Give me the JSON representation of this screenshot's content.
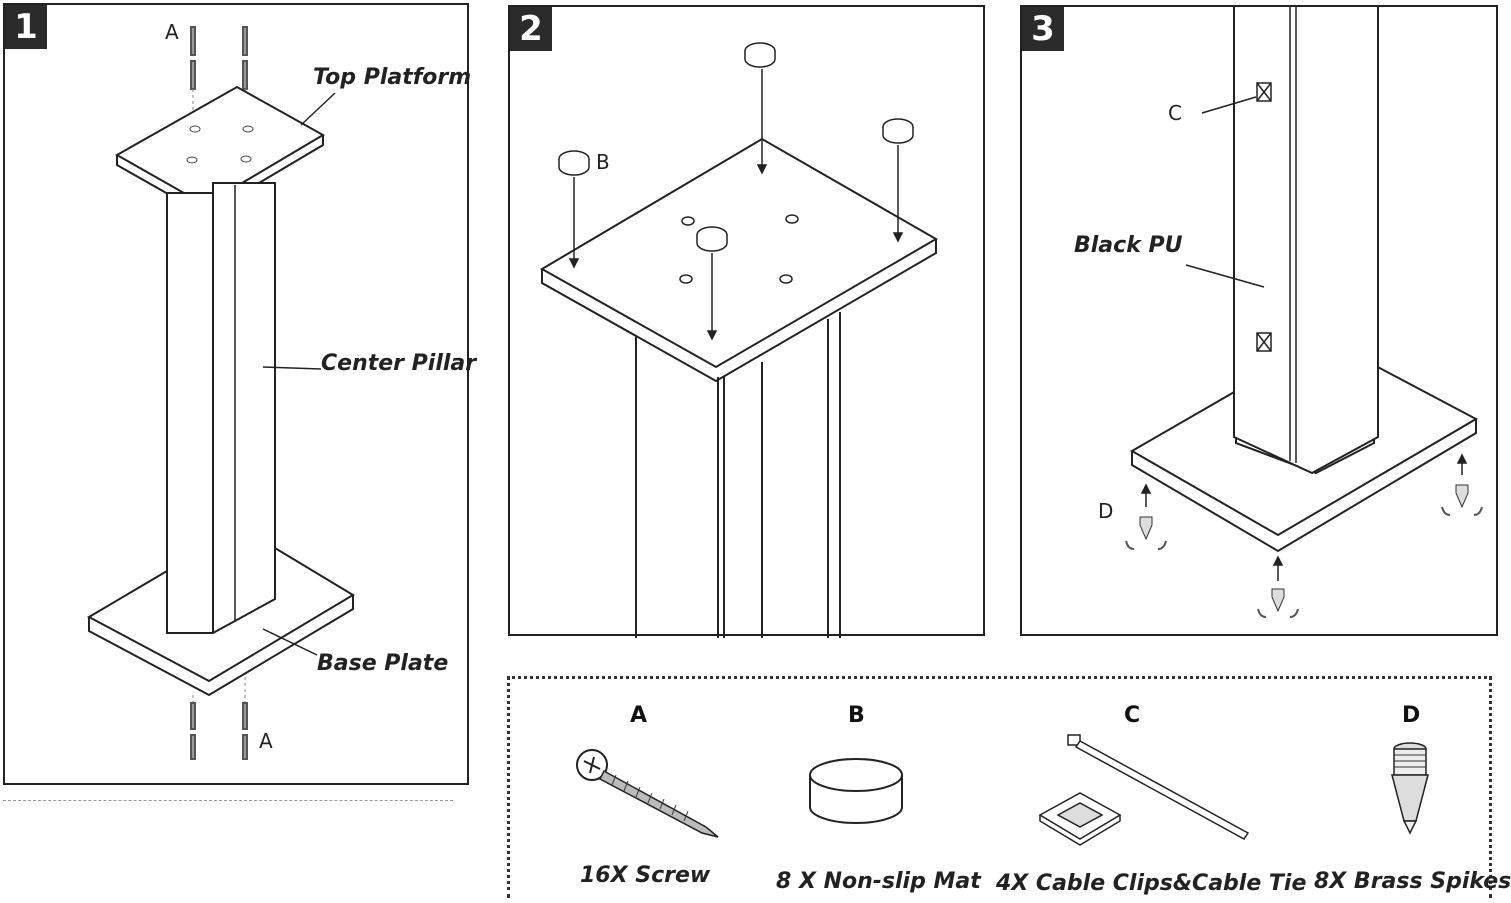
{
  "steps": [
    {
      "number": "1",
      "labels": {
        "top_platform": "Top Platform",
        "center_pillar": "Center Pillar",
        "base_plate": "Base Plate",
        "screw_top": "A",
        "screw_bottom": "A"
      }
    },
    {
      "number": "2",
      "labels": {
        "mat": "B"
      }
    },
    {
      "number": "3",
      "labels": {
        "clip": "C",
        "black_pu": "Black PU",
        "spike": "D"
      }
    }
  ],
  "parts": [
    {
      "letter": "A",
      "caption": "16X Screw",
      "icon": "screw-icon"
    },
    {
      "letter": "B",
      "caption": "8 X Non-slip Mat",
      "icon": "non-slip-mat-icon"
    },
    {
      "letter": "C",
      "caption": "4X Cable Clips&Cable Tie",
      "icon": "cable-clip-tie-icon"
    },
    {
      "letter": "D",
      "caption": "8X Brass Spikes",
      "icon": "brass-spike-icon"
    }
  ]
}
